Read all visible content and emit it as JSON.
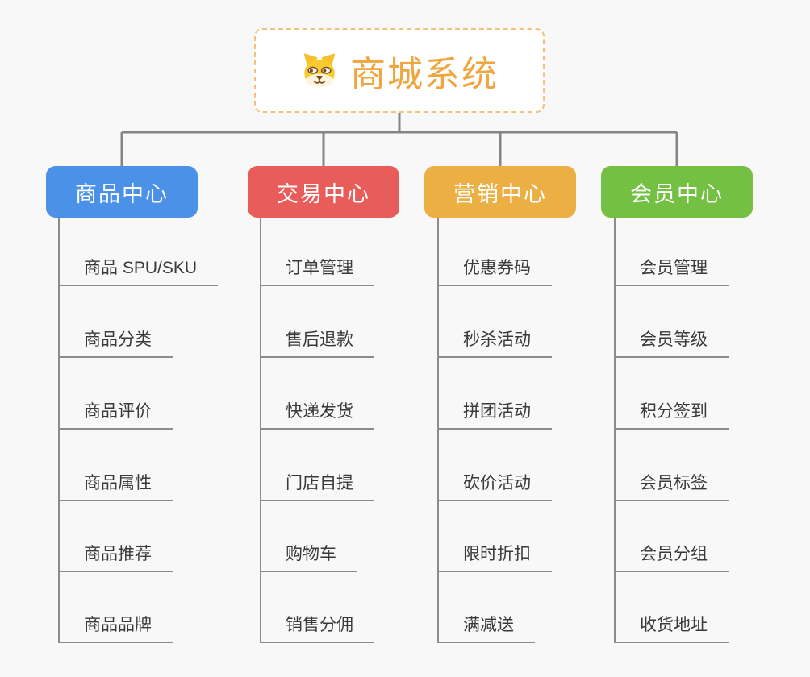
{
  "root": {
    "title": "商城系统",
    "icon": "dog-face-icon",
    "accent_color": "#F0A63E"
  },
  "branches": [
    {
      "label": "商品中心",
      "color": "#4B91E8",
      "items": [
        "商品 SPU/SKU",
        "商品分类",
        "商品评价",
        "商品属性",
        "商品推荐",
        "商品品牌"
      ]
    },
    {
      "label": "交易中心",
      "color": "#E85C5A",
      "items": [
        "订单管理",
        "售后退款",
        "快递发货",
        "门店自提",
        "购物车",
        "销售分佣"
      ]
    },
    {
      "label": "营销中心",
      "color": "#EBAF43",
      "items": [
        "优惠券码",
        "秒杀活动",
        "拼团活动",
        "砍价活动",
        "限时折扣",
        "满减送"
      ]
    },
    {
      "label": "会员中心",
      "color": "#73C043",
      "items": [
        "会员管理",
        "会员等级",
        "积分签到",
        "会员标签",
        "会员分组",
        "收货地址"
      ]
    }
  ],
  "style": {
    "line_color": "#8c8c8c",
    "background_color": "#f8f8f8",
    "leaf_text_color": "#3a3a3a"
  }
}
